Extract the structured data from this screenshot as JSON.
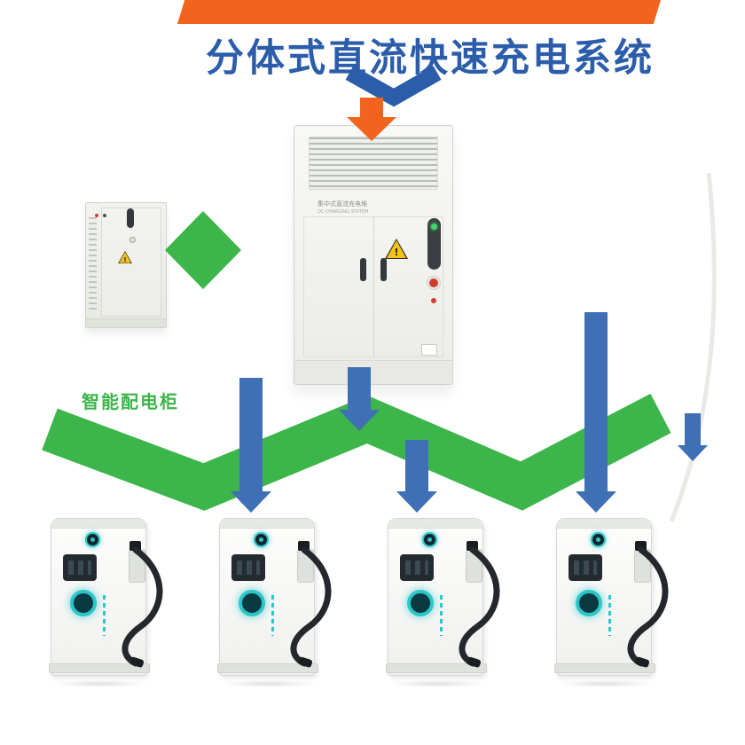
{
  "header": {
    "title": "分体式直流快速充电系统"
  },
  "power_cabinet": {
    "nameplate_line1": "集中式直流充电堆",
    "nameplate_line2": "DC CHARGING SYSTEM",
    "warning_mark": "!"
  },
  "distribution_cabinet": {
    "label": "智能配电柜",
    "warning_mark": "!"
  },
  "chargers": {
    "count": 4
  },
  "colors": {
    "banner_orange": "#f2641d",
    "title_blue": "#2b5daa",
    "arrow_blue": "#3f70b6",
    "flow_green": "#3cb54a",
    "accent_teal": "#2cc5c9"
  }
}
